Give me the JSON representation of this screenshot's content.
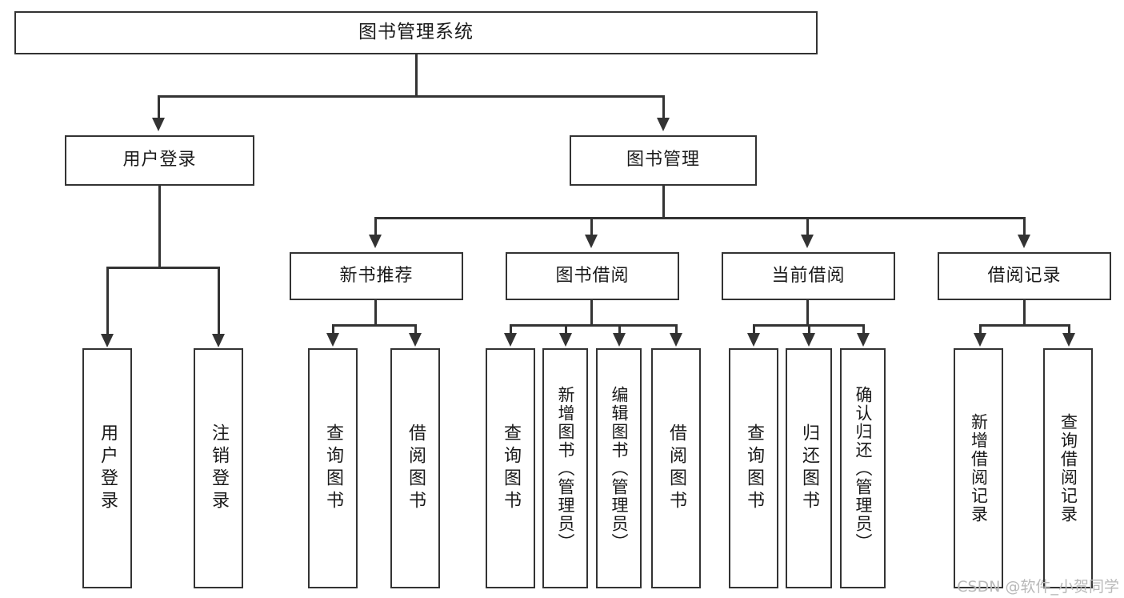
{
  "diagram": {
    "title": "图书管理系统",
    "type": "tree",
    "watermark": "CSDN @软件_小贺同学",
    "colors": {
      "stroke": "#333333",
      "fill": "#ffffff",
      "text": "#1a1a1a",
      "watermark": "#b9b9b9"
    },
    "root": {
      "label": "图书管理系统"
    },
    "level2": [
      {
        "label": "用户登录"
      },
      {
        "label": "图书管理"
      }
    ],
    "level3": [
      {
        "label": "新书推荐"
      },
      {
        "label": "图书借阅"
      },
      {
        "label": "当前借阅"
      },
      {
        "label": "借阅记录"
      }
    ],
    "leaves": {
      "user_login": [
        {
          "label": "用户登录"
        },
        {
          "label": "注销登录"
        }
      ],
      "new_book": [
        {
          "label": "查询图书"
        },
        {
          "label": "借阅图书"
        }
      ],
      "book_borrow": [
        {
          "label": "查询图书"
        },
        {
          "label": "新增图书（管理员）"
        },
        {
          "label": "编辑图书（管理员）"
        },
        {
          "label": "借阅图书"
        }
      ],
      "current_borrow": [
        {
          "label": "查询图书"
        },
        {
          "label": "归还图书"
        },
        {
          "label": "确认归还（管理员）"
        }
      ],
      "borrow_record": [
        {
          "label": "新增借阅记录"
        },
        {
          "label": "查询借阅记录"
        }
      ]
    }
  }
}
